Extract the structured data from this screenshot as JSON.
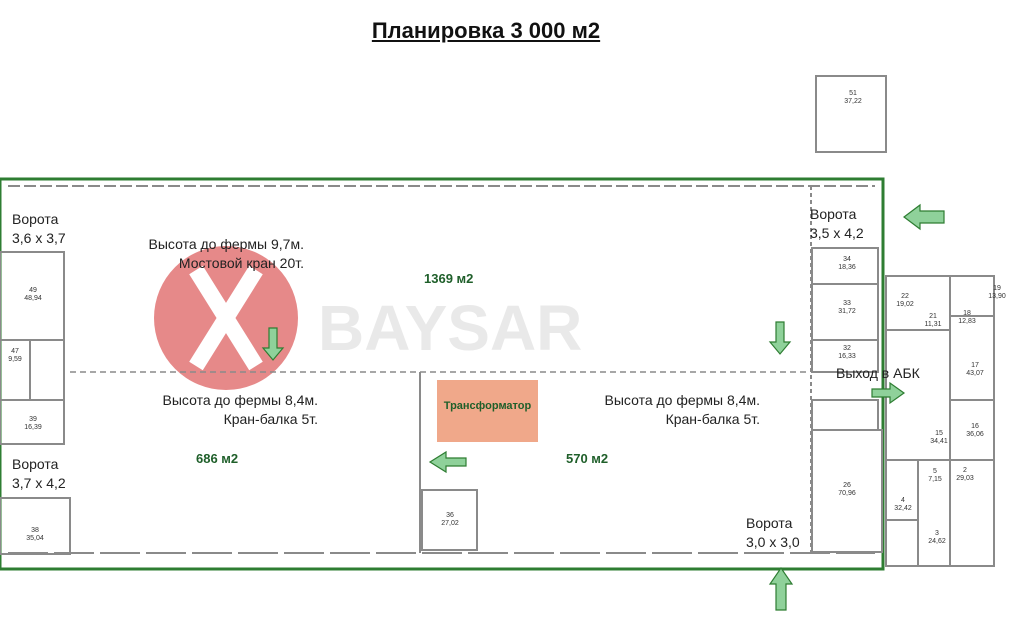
{
  "title": "Планировка 3 000 м2",
  "areas": {
    "main": "1369 м2",
    "left": "686 м2",
    "right": "570 м2"
  },
  "gates": {
    "left_top": [
      "Ворота",
      "3,6 х 3,7"
    ],
    "left_bottom": [
      "Ворота",
      "3,7 х 4,2"
    ],
    "right_top": [
      "Ворота",
      "3,5 х 4,2"
    ],
    "bottom_right": [
      "Ворота",
      "3,0 х 3,0"
    ]
  },
  "notes": {
    "top_left": [
      "Высота до фермы 9,7м.",
      "Мостовой кран 20т."
    ],
    "mid_left": [
      "Высота до фермы 8,4м.",
      "Кран-балка 5т."
    ],
    "mid_right": [
      "Высота до фермы 8,4м.",
      "Кран-балка 5т."
    ],
    "abk_exit": "Выход в АБК"
  },
  "transformer": "Трансформатор",
  "rooms": [
    {
      "id": "r51",
      "num": "51",
      "area": "37,22"
    },
    {
      "id": "r49",
      "num": "49",
      "area": "48,94"
    },
    {
      "id": "r47",
      "num": "47",
      "area": "9,59"
    },
    {
      "id": "r39",
      "num": "39",
      "area": "16,39"
    },
    {
      "id": "r38",
      "num": "38",
      "area": "35,04"
    },
    {
      "id": "r36",
      "num": "36",
      "area": "27,02"
    },
    {
      "id": "r34",
      "num": "34",
      "area": "18,36"
    },
    {
      "id": "r33",
      "num": "33",
      "area": "31,72"
    },
    {
      "id": "r32",
      "num": "32",
      "area": "16,33"
    },
    {
      "id": "r26",
      "num": "26",
      "area": "70,96"
    },
    {
      "id": "r22",
      "num": "22",
      "area": "19,02"
    },
    {
      "id": "r21",
      "num": "21",
      "area": "11,31"
    },
    {
      "id": "r18",
      "num": "18",
      "area": "12,83"
    },
    {
      "id": "r19",
      "num": "19",
      "area": "13,90"
    },
    {
      "id": "r17",
      "num": "17",
      "area": "43,07"
    },
    {
      "id": "r16",
      "num": "16",
      "area": "36,06"
    },
    {
      "id": "r15",
      "num": "15",
      "area": "34,41"
    },
    {
      "id": "r4",
      "num": "4",
      "area": "32,42"
    },
    {
      "id": "r3",
      "num": "3",
      "area": "24,62"
    },
    {
      "id": "r2",
      "num": "2",
      "area": "29,03"
    },
    {
      "id": "r5",
      "num": "5",
      "area": "7,15"
    }
  ],
  "colors": {
    "boundary": "#2e7d32",
    "arrow_fill": "#8fd19a",
    "arrow_stroke": "#2e7d32",
    "transformer": "#f0a88a",
    "area_text": "#1f5f2a",
    "walls": "#8a8a8a"
  },
  "watermark": "#d22b2b"
}
